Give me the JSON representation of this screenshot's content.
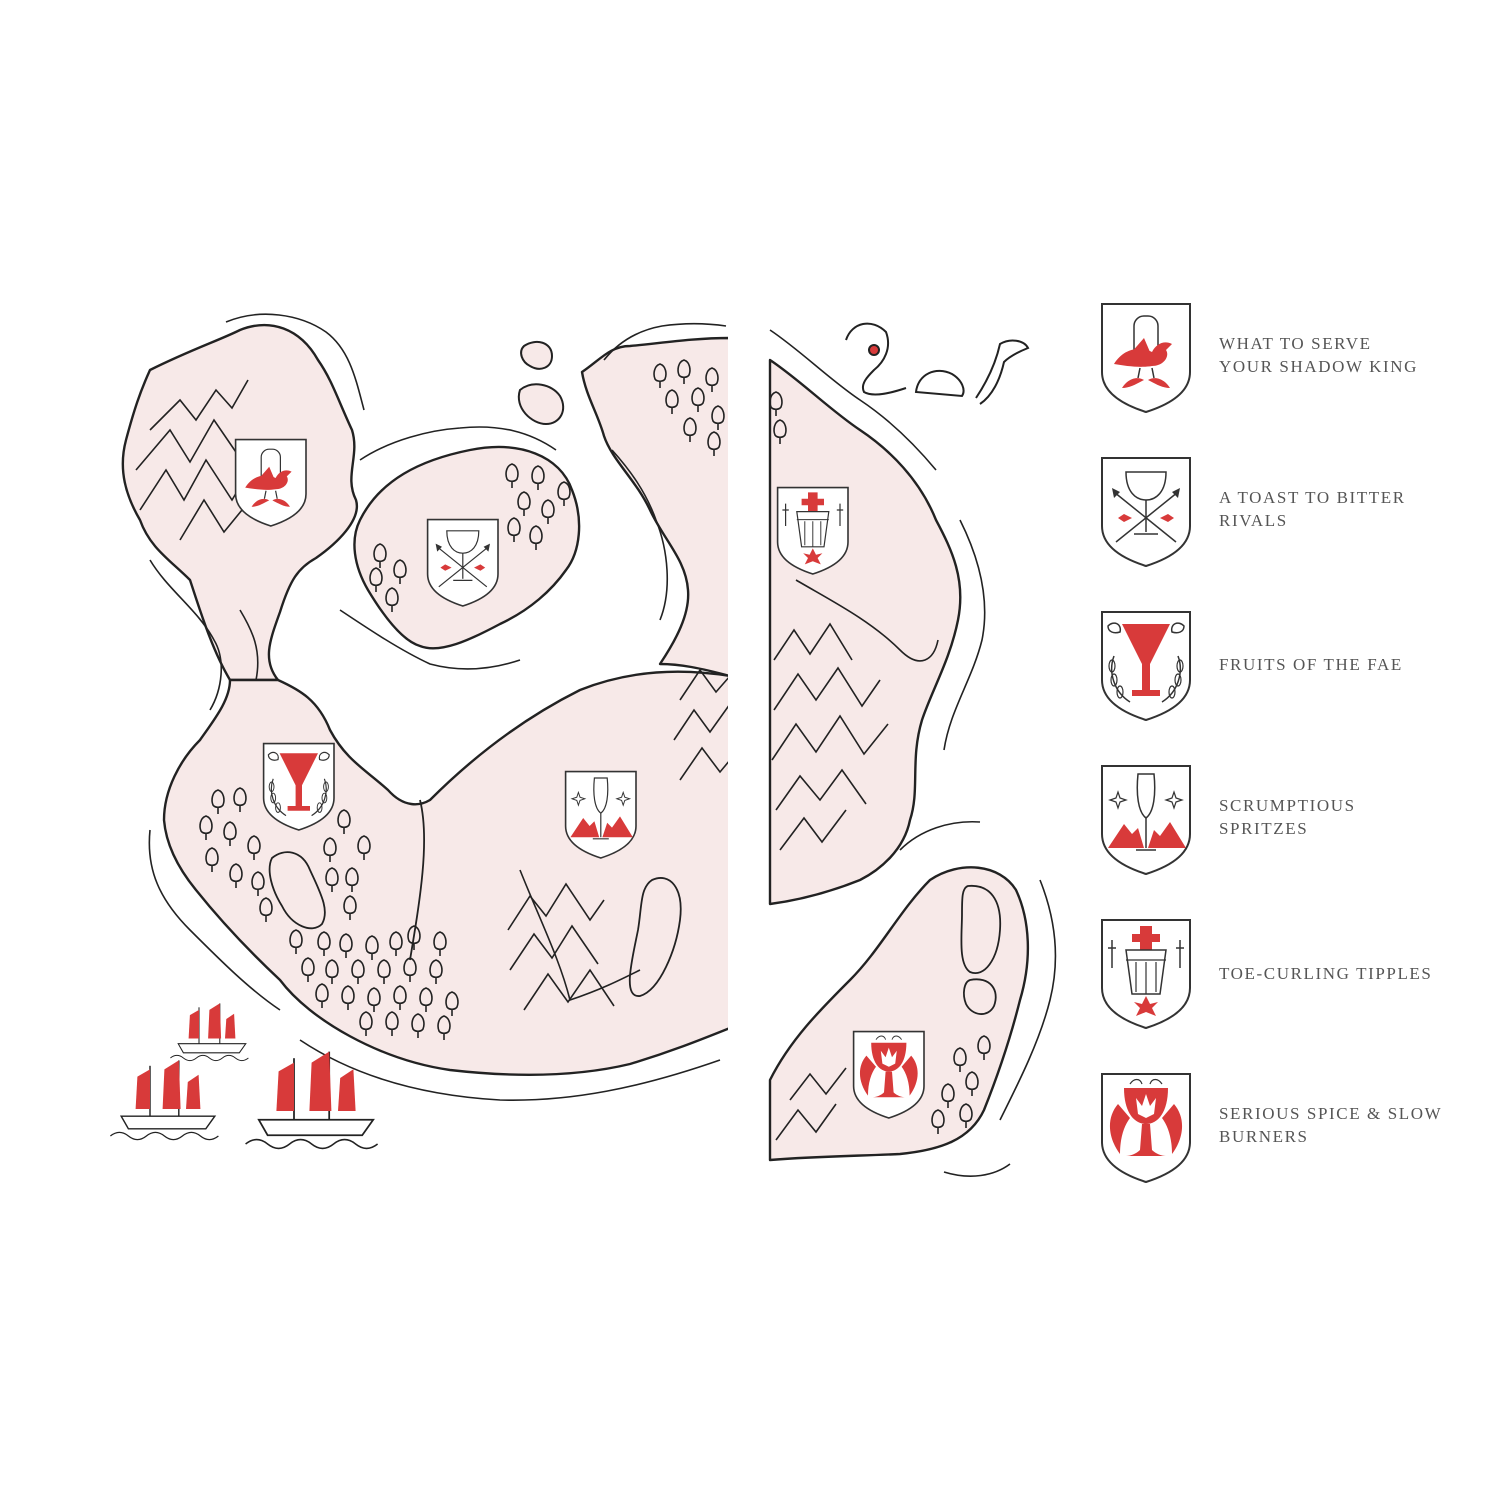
{
  "colors": {
    "land": "#f7e9e8",
    "ink": "#222222",
    "accent": "#d83a3a",
    "label": "#555555"
  },
  "legend": [
    {
      "icon": "bird-goblet-crest-icon",
      "lines": [
        "What to serve",
        "your shadow king"
      ]
    },
    {
      "icon": "goblet-spears-crest-icon",
      "lines": [
        "A toast to bitter",
        "rivals"
      ]
    },
    {
      "icon": "cocktail-wreath-crest-icon",
      "lines": [
        "Fruits of the fae"
      ]
    },
    {
      "icon": "flute-mountains-crest-icon",
      "lines": [
        "Scrumptious",
        "spritzes"
      ]
    },
    {
      "icon": "cup-daggers-crest-icon",
      "lines": [
        "Toe-curling tipples"
      ]
    },
    {
      "icon": "flaming-goblet-crest-icon",
      "lines": [
        "Serious spice & slow",
        "burners"
      ]
    }
  ]
}
